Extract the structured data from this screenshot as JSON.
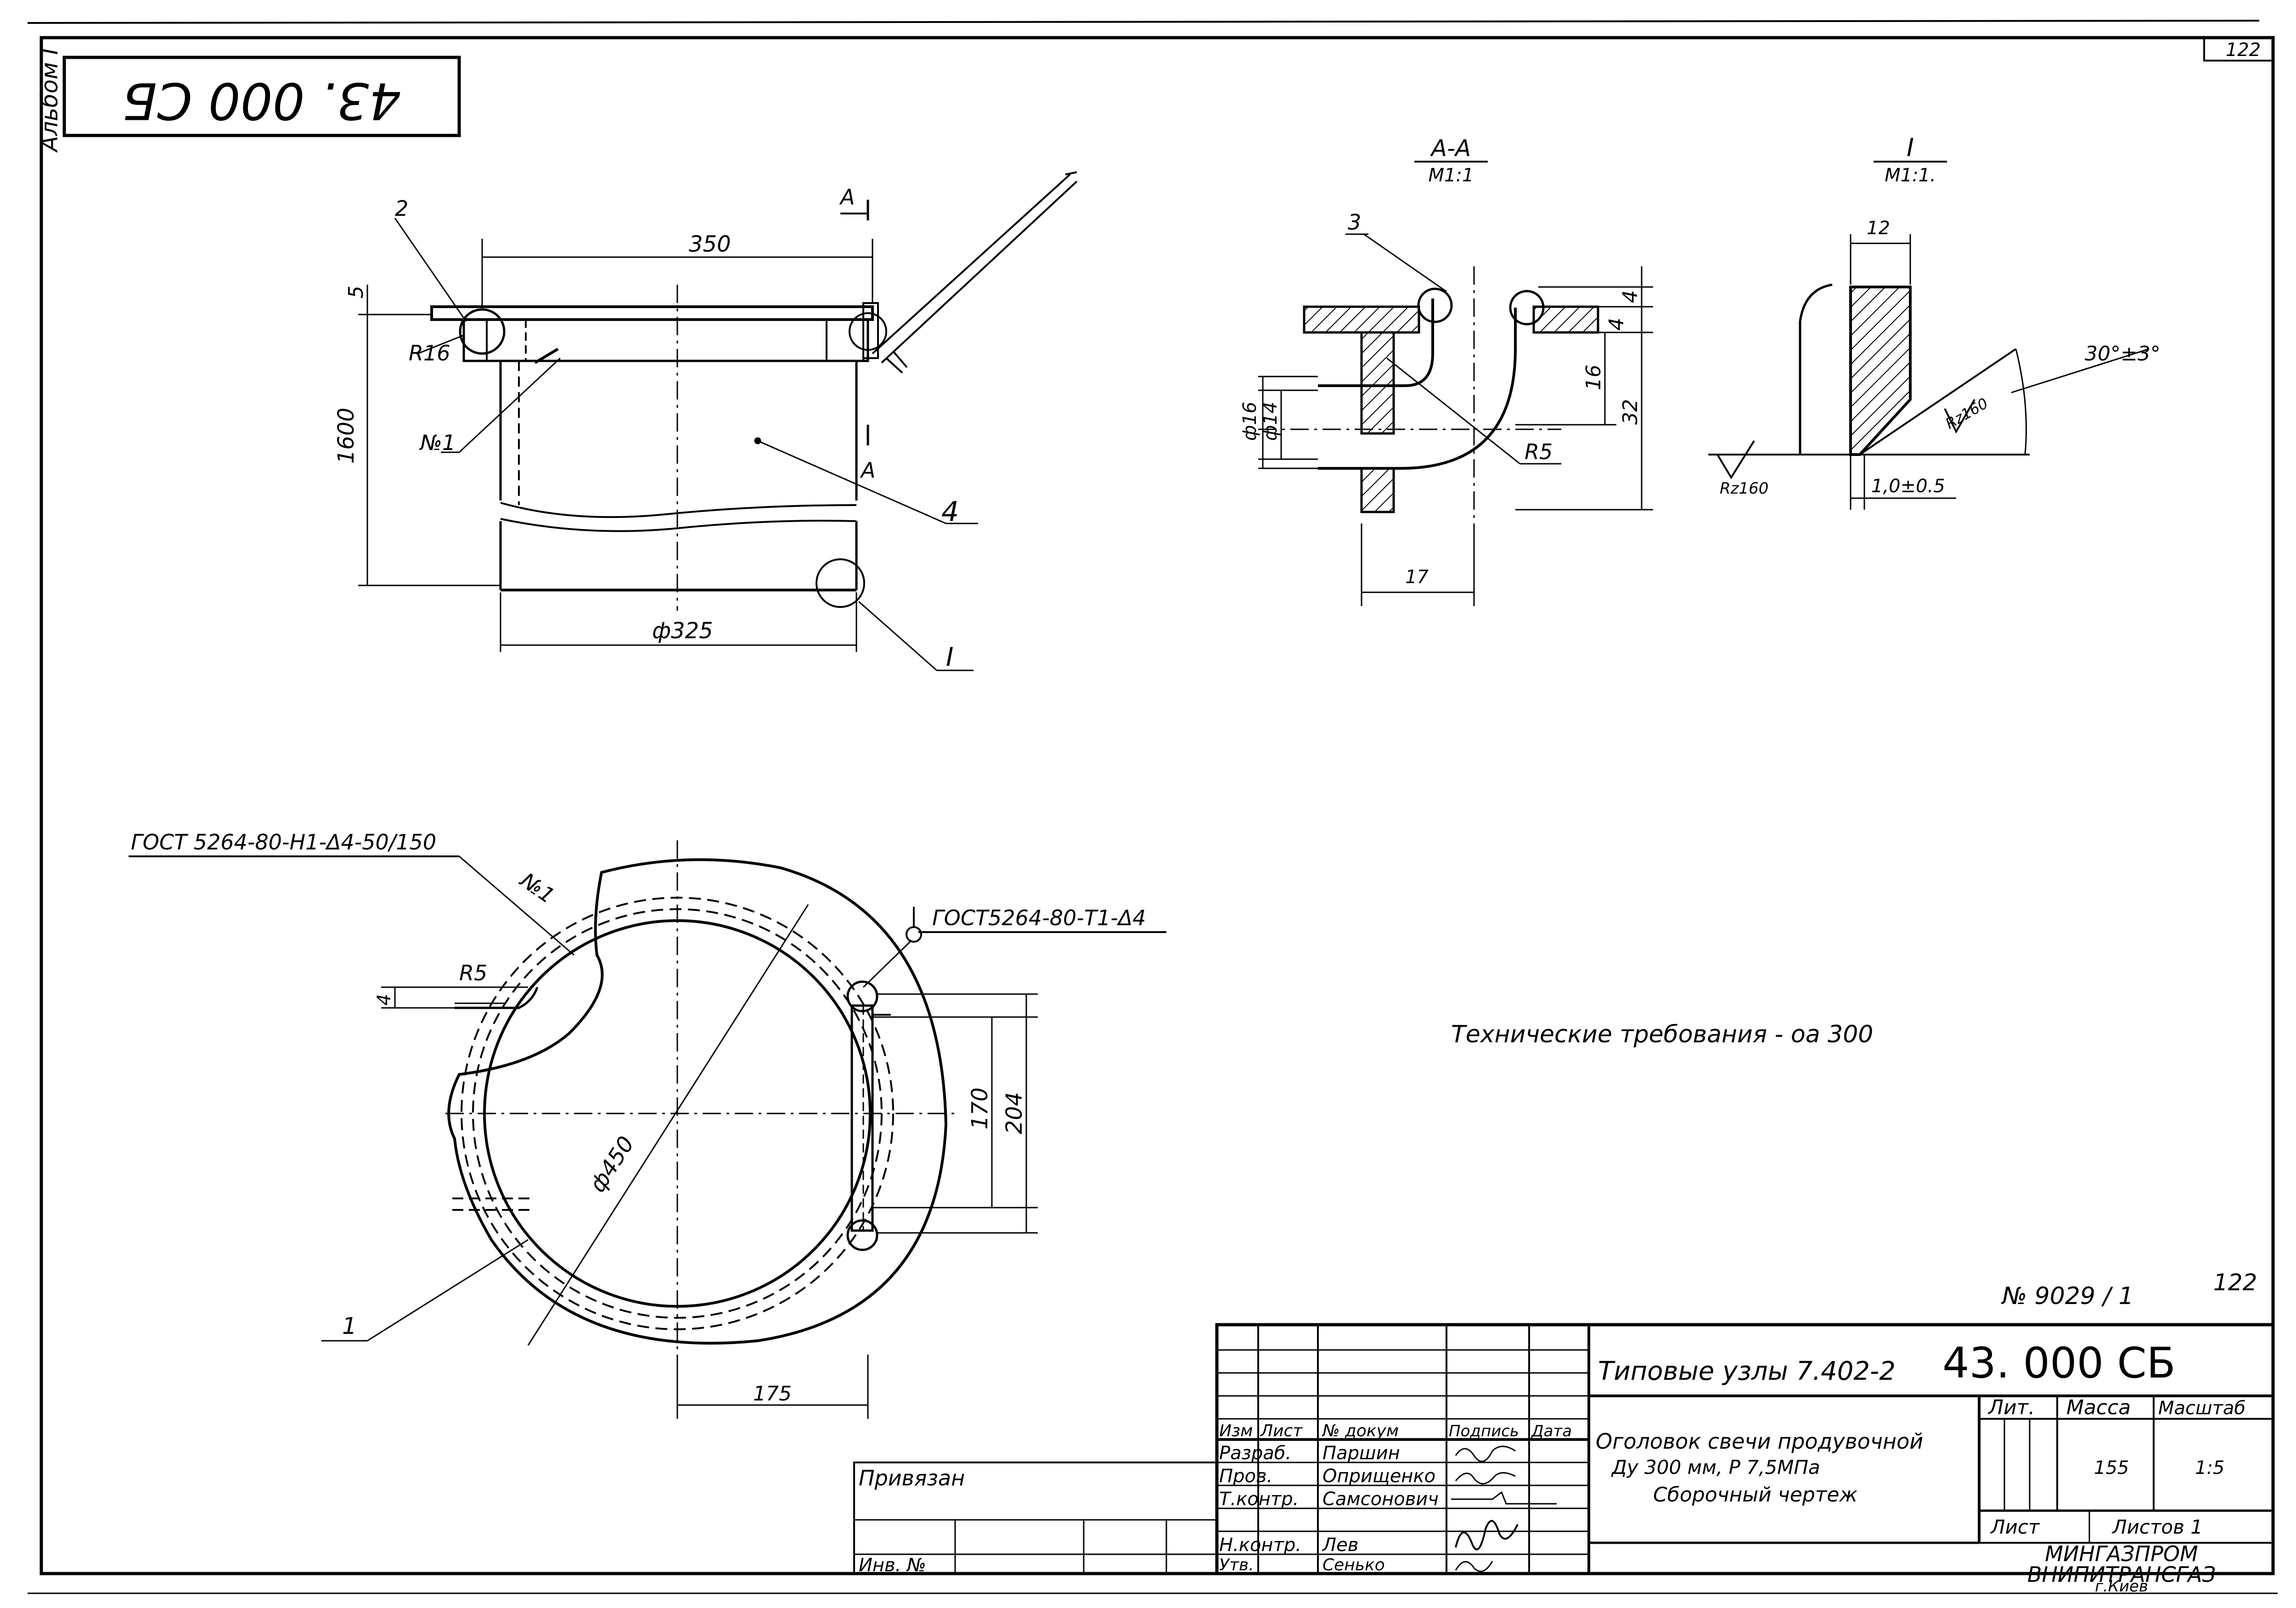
{
  "corner_code": "43. 000 СБ",
  "album_label": "Альбом I",
  "sheet_number_top": "122",
  "sheet_number_bottom": "122",
  "document_number": "№ 9029 / 1",
  "technical_requirements": "Технические требования - оа 300",
  "views": {
    "main": {
      "dim_width": "350",
      "dim_height": "1600",
      "dim_thickness": "5",
      "dim_radius": "R16",
      "dim_diameter": "ф325",
      "weld_mark": "№1",
      "section_marker": "А",
      "callout_2": "2",
      "callout_4": "4",
      "callout_detail": "I"
    },
    "section_aa": {
      "title": "А-А",
      "scale": "М1:1",
      "callout_3": "3",
      "dim_4a": "4",
      "dim_4b": "4",
      "dim_16": "16",
      "dim_32": "32",
      "dim_d16": "ф16",
      "dim_d14": "ф14",
      "dim_r5": "R5",
      "dim_17": "17"
    },
    "detail_i": {
      "title": "I",
      "scale": "М1:1.",
      "dim_12": "12",
      "angle": "30°±3°",
      "roughness_a": "Rz160",
      "roughness_b": "Rz160",
      "gap": "1,0±0.5"
    },
    "plan": {
      "weld_std_left": "ГОСТ 5264-80-Н1-Δ4-50/150",
      "weld_std_right": "ГОСТ5264-80-Т1-Δ4",
      "weld_mark": "№1",
      "dim_r5": "R5",
      "dim_4": "4",
      "dim_d450": "ф450",
      "dim_170": "170",
      "dim_204": "204",
      "dim_175": "175",
      "callout_1": "1"
    }
  },
  "title_block": {
    "series": "Типовые узлы 7.402-2",
    "code": "43. 000 СБ",
    "product_line1": "Оголовок свечи продувочной",
    "product_line2": "Ду 300 мм, Р 7,5МПа",
    "product_line3": "Сборочный чертеж",
    "col_izm": "Изм",
    "col_list": "Лист",
    "col_dokum": "№ докум",
    "col_podpis": "Подпись",
    "col_data": "Дата",
    "rows": [
      {
        "role": "Разраб.",
        "name": "Паршин"
      },
      {
        "role": "Пров.",
        "name": "Оприщенко"
      },
      {
        "role": "Т.контр.",
        "name": "Самсонович"
      },
      {
        "role": "Н.контр.",
        "name": "Лев"
      },
      {
        "role": "Утв.",
        "name": "Сенько"
      }
    ],
    "lit_label": "Лит.",
    "mass_label": "Масса",
    "scale_label": "Масштаб",
    "mass_value": "155",
    "scale_value": "1:5",
    "sheet_label": "Лист",
    "sheets_label": "Листов 1",
    "org_line1": "МИНГАЗПРОМ",
    "org_line2": "ВНИПИТРАНСГАЗ",
    "org_line3": "г.Киев",
    "privyazan": "Привязан",
    "inv_no": "Инв. №"
  }
}
